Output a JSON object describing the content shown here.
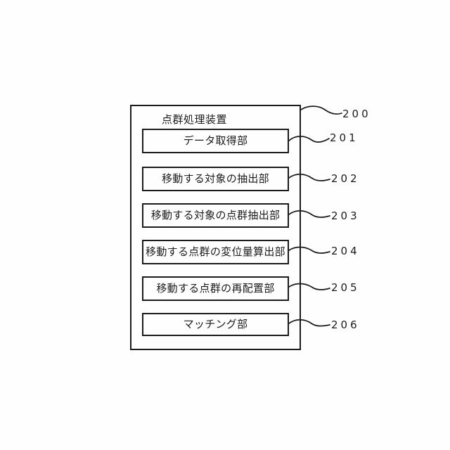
{
  "diagram": {
    "type": "patent-block-diagram",
    "device": {
      "label": "点群処理装置",
      "ref": "200"
    },
    "blocks": [
      {
        "label": "データ取得部",
        "ref": "201"
      },
      {
        "label": "移動する対象の抽出部",
        "ref": "202"
      },
      {
        "label": "移動する対象の点群抽出部",
        "ref": "203"
      },
      {
        "label": "移動する点群の変位量算出部",
        "ref": "204"
      },
      {
        "label": "移動する点群の再配置部",
        "ref": "205"
      },
      {
        "label": "マッチング部",
        "ref": "206"
      }
    ],
    "colors": {
      "line": "#1b1b1b",
      "background": "#fefefe"
    }
  }
}
